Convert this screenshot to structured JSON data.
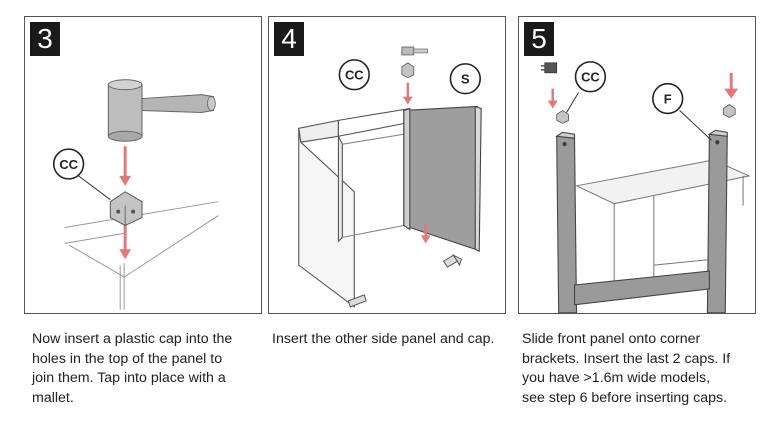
{
  "steps": [
    {
      "number": "3",
      "labels": [
        "CC"
      ],
      "caption": "Now insert a plastic cap into the\nholes in the top of the panel to\njoin them.  Tap into place with a\nmallet."
    },
    {
      "number": "4",
      "labels": [
        "CC",
        "S"
      ],
      "caption": "Insert the other side panel and cap."
    },
    {
      "number": "5",
      "labels": [
        "CC",
        "F"
      ],
      "caption": "Slide front panel onto corner\nbrackets.  Insert the last 2 caps.  If\nyou have >1.6m wide models,\nsee step 6 before inserting caps."
    }
  ],
  "colors": {
    "arrow": "#e07a7a",
    "panel_border": "#555555",
    "badge": "#1a1a1a"
  },
  "icons": [
    "mallet-icon",
    "cap-icon",
    "arrow-down-icon"
  ]
}
